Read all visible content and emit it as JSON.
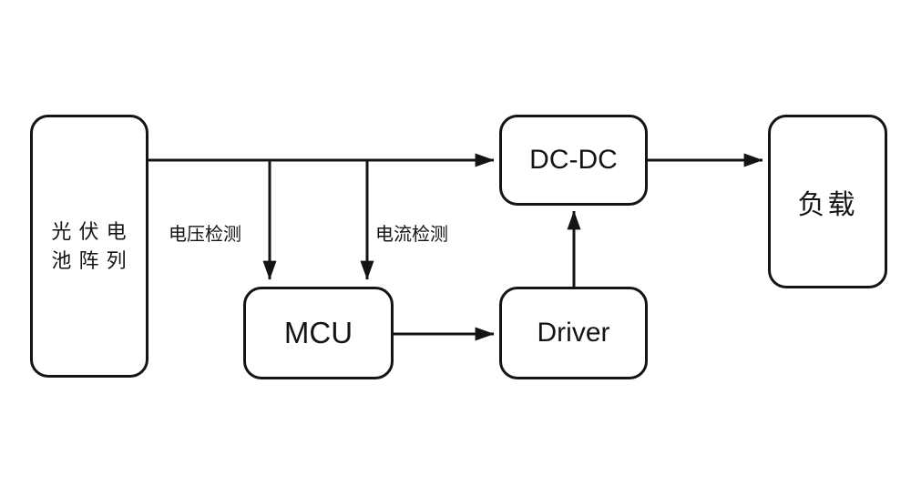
{
  "diagram": {
    "blocks": {
      "pv": {
        "label_line1": "光 伏 电",
        "label_line2": "池 阵 列"
      },
      "dcdc": {
        "label": "DC-DC"
      },
      "load": {
        "label": "负载"
      },
      "mcu": {
        "label": "MCU"
      },
      "driver": {
        "label": "Driver"
      }
    },
    "edge_labels": {
      "voltage": "电压检测",
      "current": "电流检测"
    },
    "colors": {
      "line": "#141414",
      "box_border": "#141414",
      "background": "#ffffff",
      "text": "#141414"
    }
  }
}
